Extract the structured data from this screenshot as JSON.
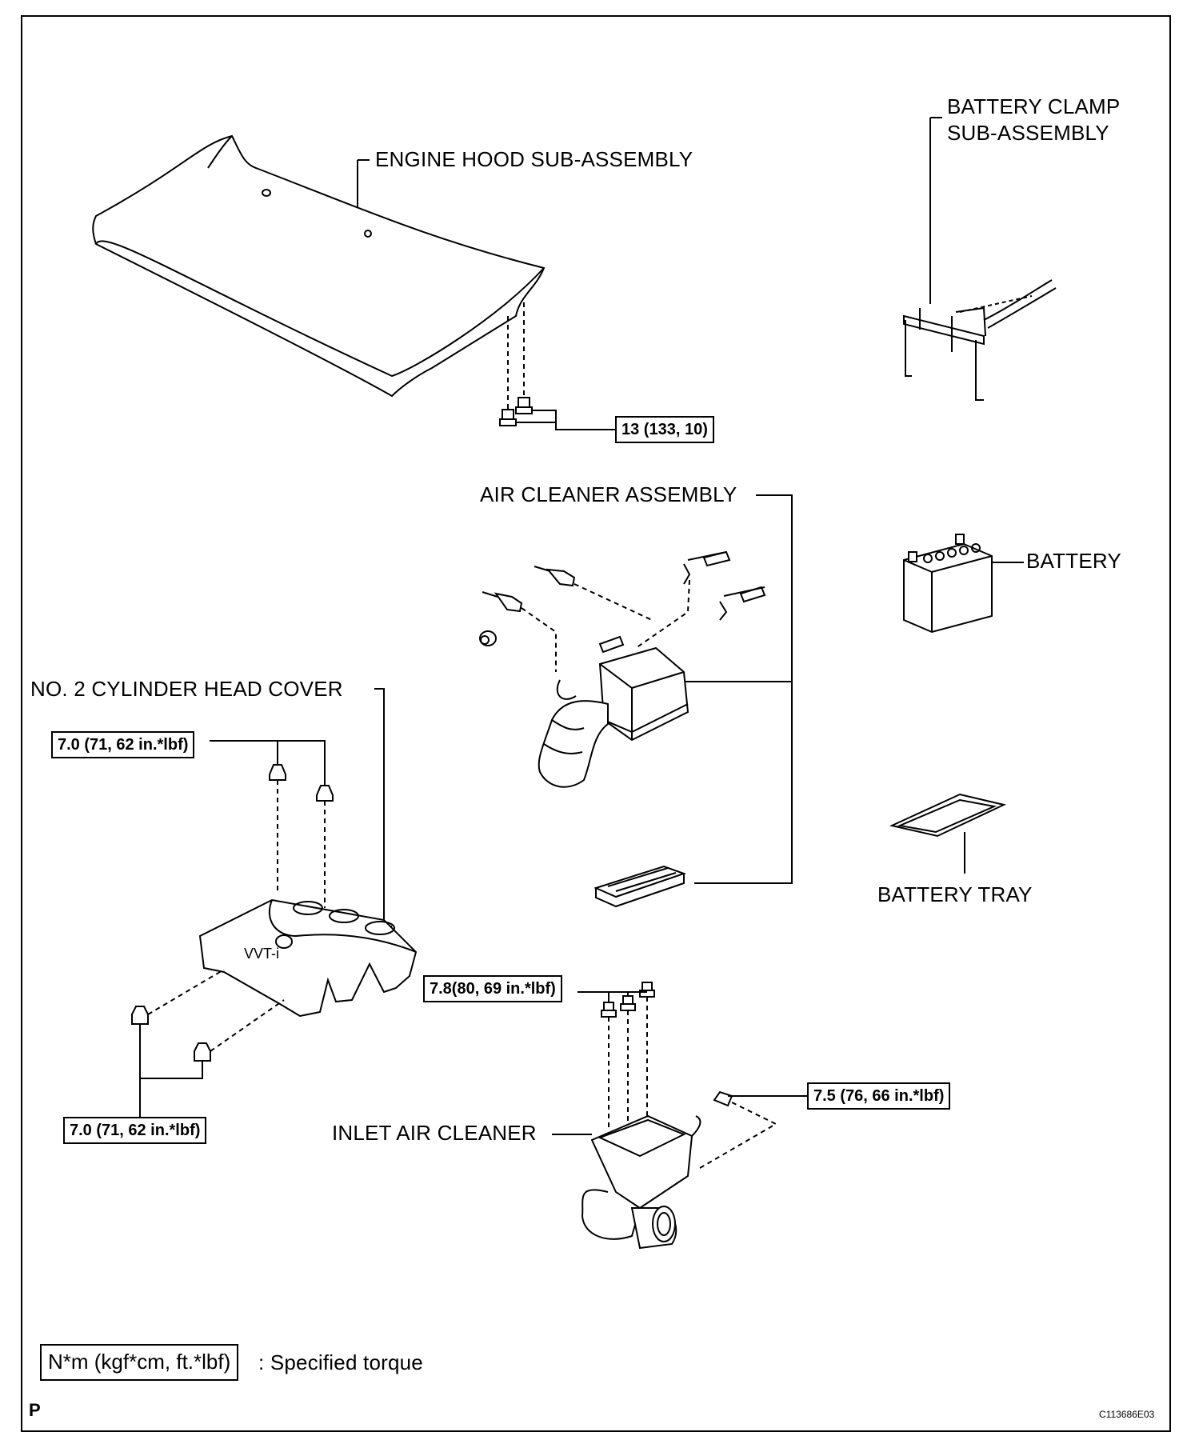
{
  "labels": {
    "engine_hood": "ENGINE HOOD SUB-ASSEMBLY",
    "battery_clamp_1": "BATTERY CLAMP",
    "battery_clamp_2": "SUB-ASSEMBLY",
    "air_cleaner": "AIR CLEANER ASSEMBLY",
    "battery": "BATTERY",
    "cylinder_head_cover": "NO. 2 CYLINDER HEAD COVER",
    "battery_tray": "BATTERY TRAY",
    "inlet_air_cleaner": "INLET AIR CLEANER"
  },
  "torques": {
    "hood_bolts": "13 (133, 10)",
    "cover_nuts_top": "7.0 (71, 62 in.*lbf)",
    "cover_nuts_bottom": "7.0 (71, 62 in.*lbf)",
    "inlet_bolts": "7.8(80, 69 in.*lbf)",
    "inlet_side_bolt": "7.5 (76, 66 in.*lbf)"
  },
  "legend": {
    "box_text": "N*m (kgf*cm, ft.*lbf)",
    "description": ": Specified torque"
  },
  "footer": {
    "corner_letter": "P",
    "figure_code": "C113686E03"
  }
}
